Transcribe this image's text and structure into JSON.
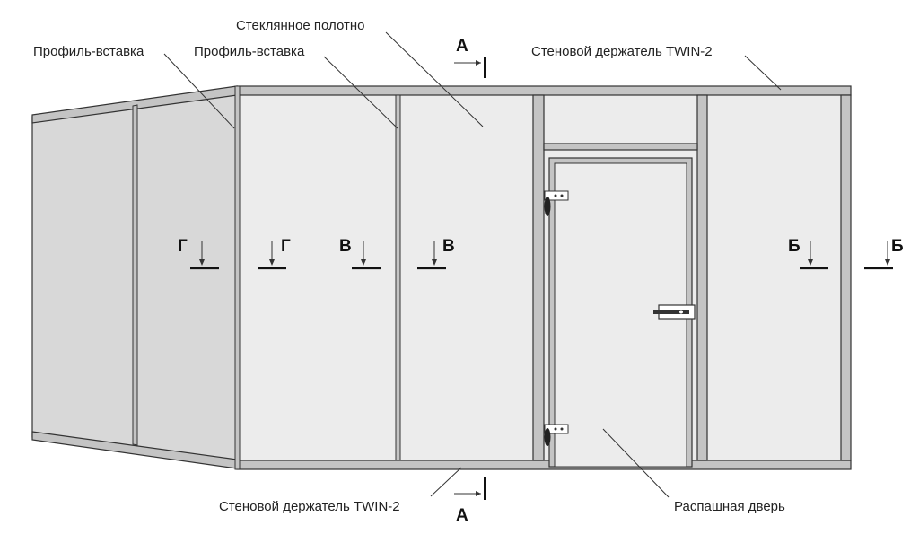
{
  "labels": {
    "glass_panel": "Стеклянное полотно",
    "profile_insert_left": "Профиль-вставка",
    "profile_insert_right": "Профиль-вставка",
    "wall_holder_top": "Стеновой держатель TWIN-2",
    "wall_holder_bottom": "Стеновой держатель TWIN-2",
    "swing_door": "Распашная дверь"
  },
  "sections": {
    "a_top": "А",
    "a_bottom": "А",
    "g_left": "Г",
    "g_right": "Г",
    "v_left": "В",
    "v_right": "В",
    "b_left": "Б",
    "b_right": "Б"
  },
  "colors": {
    "frame_fill": "#c4c4c4",
    "frame_stroke": "#333333",
    "glass_front": "#ececec",
    "glass_side": "#d8d8d8",
    "leader": "#333333"
  }
}
